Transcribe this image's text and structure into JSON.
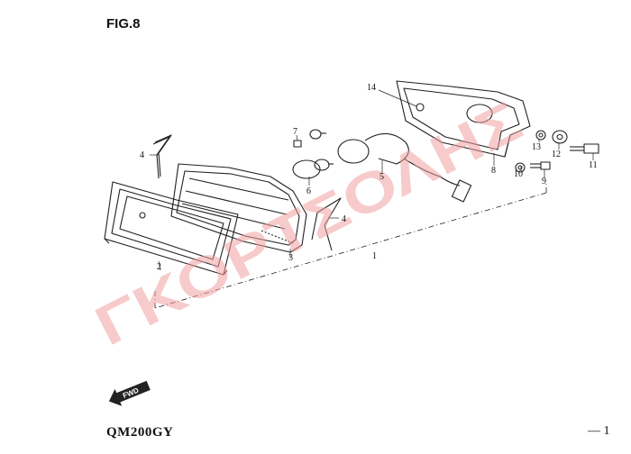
{
  "figure": {
    "title": "FIG.8"
  },
  "footer": {
    "model": "QM200GY",
    "page": "— 1"
  },
  "watermark": {
    "text": "ΓΚΟΡΤΣΟΛΗΣ",
    "color": "#f0a0a0"
  },
  "fwd_badge": {
    "label": "FWD"
  },
  "callouts": {
    "c1": "1",
    "c2": "2",
    "c3": "3",
    "c4a": "4",
    "c4b": "4",
    "c5": "5",
    "c6": "6",
    "c7": "7",
    "c8": "8",
    "c9": "9",
    "c10": "10",
    "c11": "11",
    "c12": "12",
    "c13": "13",
    "c14": "14"
  }
}
